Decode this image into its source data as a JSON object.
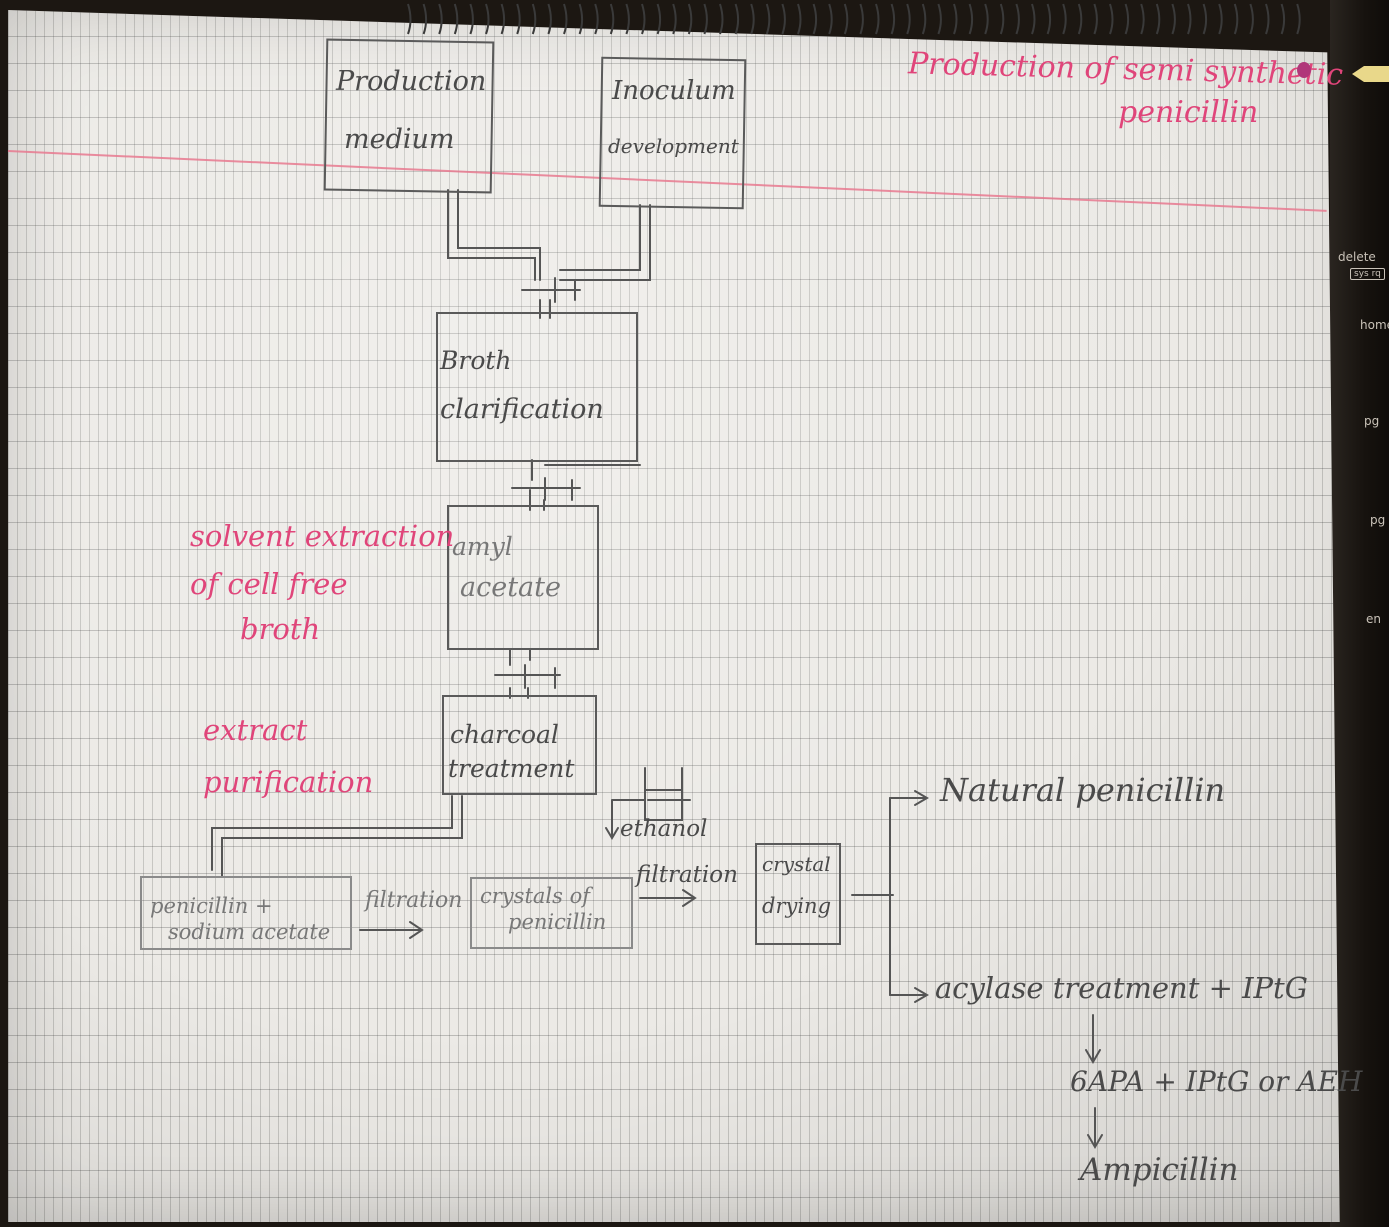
{
  "title": {
    "line1": "Production of semi synthetic",
    "line2": "penicillin"
  },
  "boxes": {
    "production_medium": {
      "line1": "Production",
      "line2": "medium"
    },
    "inoculum": {
      "line1": "Inoculum",
      "line2": "development"
    },
    "broth": {
      "line1": "Broth",
      "line2": "clarification"
    },
    "amyl": {
      "line1": "amyl",
      "line2": "acetate"
    },
    "charcoal": {
      "line1": "charcoal",
      "line2": "treatment"
    },
    "penicillin_sodium": {
      "line1": "penicillin +",
      "line2": "sodium acetate"
    },
    "crystals": {
      "line1": "crystals of",
      "line2": "penicillin"
    },
    "drying": {
      "line1": "crystal",
      "line2": "drying"
    }
  },
  "side_notes": {
    "solvent": {
      "line1": "solvent extraction",
      "line2": "of cell free",
      "line3": "broth"
    },
    "extract": {
      "line1": "extract",
      "line2": "purification"
    }
  },
  "flow_labels": {
    "filtration_1": "filtration",
    "ethanol": "ethanol",
    "filtration_2": "filtration"
  },
  "outputs": {
    "natural": "Natural penicillin",
    "acylase": "acylase treatment + IPtG",
    "sixapa": "6APA + IPtG or AEH",
    "ampicillin": "Ampicillin"
  },
  "keyboard": {
    "delete": "delete",
    "sysrq": "sys rq",
    "home": "home",
    "pg1": "pg",
    "pg2": "pg",
    "end": "en"
  },
  "colors": {
    "paper": "#eceae6",
    "pencil": "#4a4a4a",
    "pink_ink": "#e0457a",
    "margin_line": "#e8798f"
  }
}
